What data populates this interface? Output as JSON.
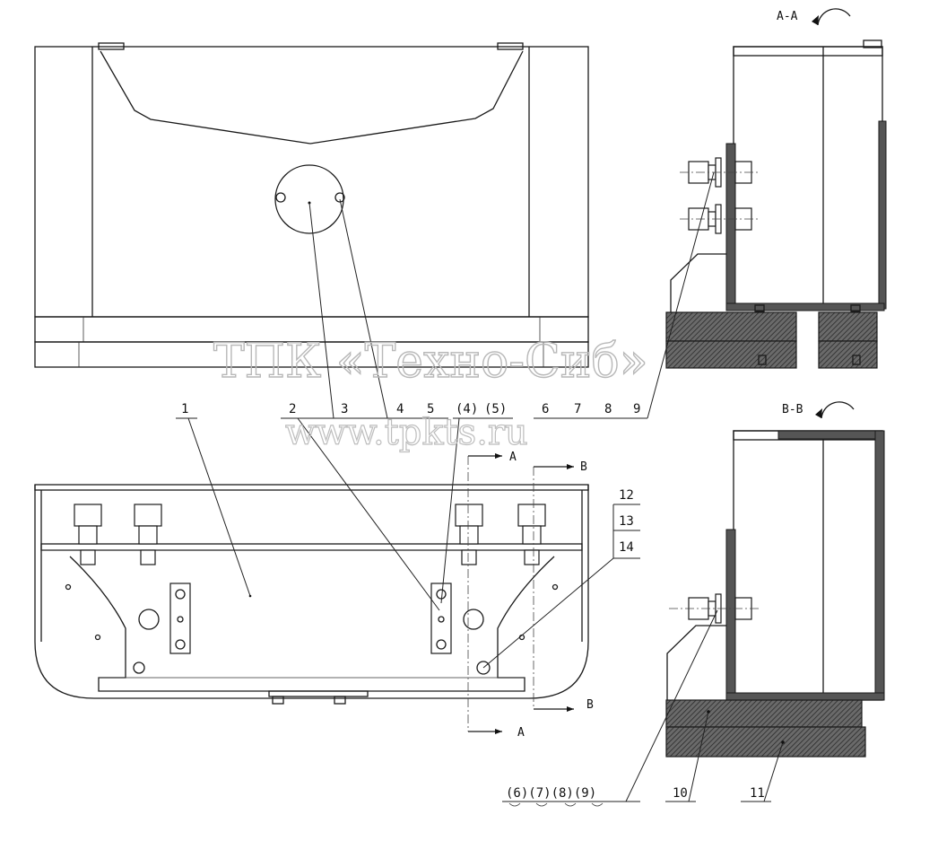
{
  "watermark": {
    "line1": "ТПК «Техно-Сиб»",
    "line2": "www.tpkts.ru"
  },
  "sections": {
    "aa": "A-A",
    "bb": "B-B",
    "cut_a": "A",
    "cut_b": "B"
  },
  "callouts": {
    "c1": "1",
    "c2": "2",
    "c3": "3",
    "c4": "4",
    "c5": "5",
    "c4p": "(4)",
    "c5p": "(5)",
    "c6": "6",
    "c7": "7",
    "c8": "8",
    "c9": "9",
    "c10": "10",
    "c11": "11",
    "c12": "12",
    "c13": "13",
    "c14": "14",
    "c6789": "(6)(7)(8)(9)"
  },
  "colors": {
    "line": "#1a1a1a",
    "hatch": "#555555",
    "watermark": "#b8b8b8"
  }
}
